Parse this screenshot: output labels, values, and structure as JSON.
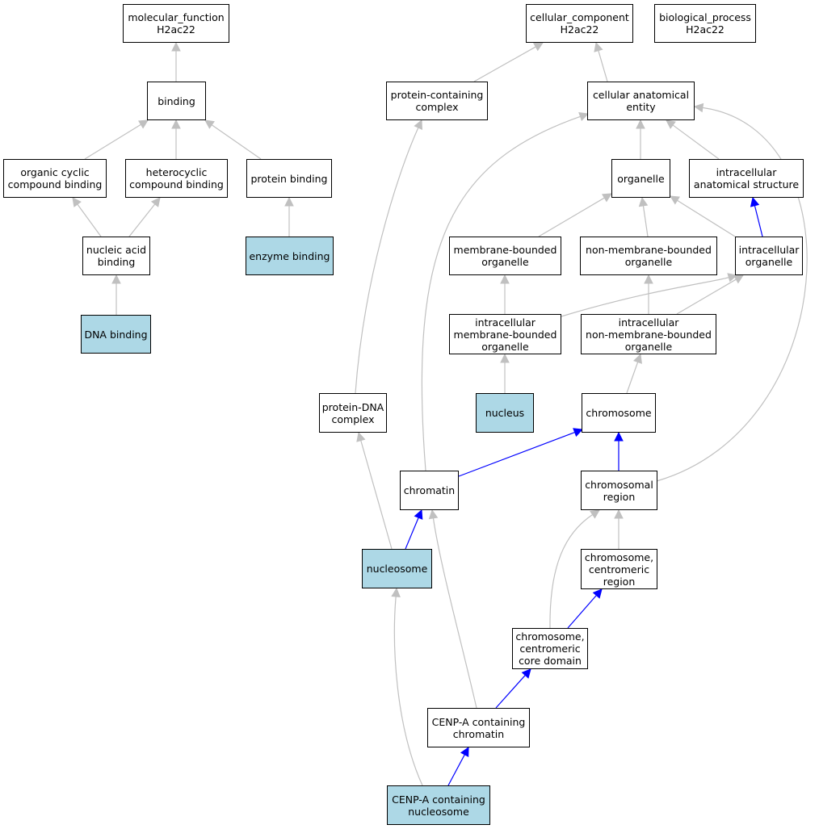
{
  "colors": {
    "edge_default": "#c0c0c0",
    "edge_highlight": "#0000ff",
    "node_highlight": "#add8e6",
    "node_default": "#ffffff"
  },
  "nodes": {
    "molecular_function": {
      "line1": "molecular_function",
      "line2": "H2ac22",
      "highlighted": false
    },
    "binding": {
      "line1": "binding",
      "highlighted": false
    },
    "organic_cyclic": {
      "line1": "organic cyclic",
      "line2": "compound binding",
      "highlighted": false
    },
    "heterocyclic": {
      "line1": "heterocyclic",
      "line2": "compound binding",
      "highlighted": false
    },
    "protein_binding": {
      "line1": "protein binding",
      "highlighted": false
    },
    "nucleic_acid": {
      "line1": "nucleic acid",
      "line2": "binding",
      "highlighted": false
    },
    "enzyme_binding": {
      "line1": "enzyme binding",
      "highlighted": true
    },
    "dna_binding": {
      "line1": "DNA binding",
      "highlighted": true
    },
    "cellular_component": {
      "line1": "cellular_component",
      "line2": "H2ac22",
      "highlighted": false
    },
    "biological_process": {
      "line1": "biological_process",
      "line2": "H2ac22",
      "highlighted": false
    },
    "protein_containing_complex": {
      "line1": "protein-containing",
      "line2": "complex",
      "highlighted": false
    },
    "cellular_anatomical_entity": {
      "line1": "cellular anatomical",
      "line2": "entity",
      "highlighted": false
    },
    "organelle": {
      "line1": "organelle",
      "highlighted": false
    },
    "intracellular_anatomical_structure": {
      "line1": "intracellular",
      "line2": "anatomical structure",
      "highlighted": false
    },
    "membrane_bounded_organelle": {
      "line1": "membrane-bounded",
      "line2": "organelle",
      "highlighted": false
    },
    "non_membrane_bounded_organelle": {
      "line1": "non-membrane-bounded",
      "line2": "organelle",
      "highlighted": false
    },
    "intracellular_organelle": {
      "line1": "intracellular",
      "line2": "organelle",
      "highlighted": false
    },
    "intracellular_membrane_bounded_organelle": {
      "line1": "intracellular",
      "line2": "membrane-bounded",
      "line3": "organelle",
      "highlighted": false
    },
    "intracellular_non_membrane_bounded_organelle": {
      "line1": "intracellular",
      "line2": "non-membrane-bounded",
      "line3": "organelle",
      "highlighted": false
    },
    "nucleus": {
      "line1": "nucleus",
      "highlighted": true
    },
    "protein_dna_complex": {
      "line1": "protein-DNA",
      "line2": "complex",
      "highlighted": false
    },
    "chromosome": {
      "line1": "chromosome",
      "highlighted": false
    },
    "chromatin": {
      "line1": "chromatin",
      "highlighted": false
    },
    "chromosomal_region": {
      "line1": "chromosomal",
      "line2": "region",
      "highlighted": false
    },
    "nucleosome": {
      "line1": "nucleosome",
      "highlighted": true
    },
    "chromosome_centromeric_region": {
      "line1": "chromosome,",
      "line2": "centromeric",
      "line3": "region",
      "highlighted": false
    },
    "chromosome_centromeric_core_domain": {
      "line1": "chromosome,",
      "line2": "centromeric",
      "line3": "core domain",
      "highlighted": false
    },
    "cenp_a_chromatin": {
      "line1": "CENP-A containing",
      "line2": "chromatin",
      "highlighted": false
    },
    "cenp_a_nucleosome": {
      "line1": "CENP-A containing",
      "line2": "nucleosome",
      "highlighted": true
    }
  },
  "edges": [
    {
      "from": "binding",
      "to": "molecular_function",
      "kind": "is_a"
    },
    {
      "from": "organic_cyclic",
      "to": "binding",
      "kind": "is_a"
    },
    {
      "from": "heterocyclic",
      "to": "binding",
      "kind": "is_a"
    },
    {
      "from": "protein_binding",
      "to": "binding",
      "kind": "is_a"
    },
    {
      "from": "nucleic_acid",
      "to": "organic_cyclic",
      "kind": "is_a"
    },
    {
      "from": "nucleic_acid",
      "to": "heterocyclic",
      "kind": "is_a"
    },
    {
      "from": "enzyme_binding",
      "to": "protein_binding",
      "kind": "is_a"
    },
    {
      "from": "dna_binding",
      "to": "nucleic_acid",
      "kind": "is_a"
    },
    {
      "from": "protein_containing_complex",
      "to": "cellular_component",
      "kind": "is_a"
    },
    {
      "from": "cellular_anatomical_entity",
      "to": "cellular_component",
      "kind": "is_a"
    },
    {
      "from": "organelle",
      "to": "cellular_anatomical_entity",
      "kind": "is_a"
    },
    {
      "from": "intracellular_anatomical_structure",
      "to": "cellular_anatomical_entity",
      "kind": "is_a"
    },
    {
      "from": "chromatin",
      "to": "cellular_anatomical_entity",
      "kind": "is_a"
    },
    {
      "from": "chromosomal_region",
      "to": "cellular_anatomical_entity",
      "kind": "is_a"
    },
    {
      "from": "membrane_bounded_organelle",
      "to": "organelle",
      "kind": "is_a"
    },
    {
      "from": "non_membrane_bounded_organelle",
      "to": "organelle",
      "kind": "is_a"
    },
    {
      "from": "intracellular_organelle",
      "to": "organelle",
      "kind": "is_a"
    },
    {
      "from": "intracellular_organelle",
      "to": "intracellular_anatomical_structure",
      "kind": "part_of"
    },
    {
      "from": "intracellular_membrane_bounded_organelle",
      "to": "membrane_bounded_organelle",
      "kind": "is_a"
    },
    {
      "from": "intracellular_membrane_bounded_organelle",
      "to": "intracellular_organelle",
      "kind": "is_a"
    },
    {
      "from": "intracellular_non_membrane_bounded_organelle",
      "to": "non_membrane_bounded_organelle",
      "kind": "is_a"
    },
    {
      "from": "intracellular_non_membrane_bounded_organelle",
      "to": "intracellular_organelle",
      "kind": "is_a"
    },
    {
      "from": "nucleus",
      "to": "intracellular_membrane_bounded_organelle",
      "kind": "is_a"
    },
    {
      "from": "chromosome",
      "to": "intracellular_non_membrane_bounded_organelle",
      "kind": "is_a"
    },
    {
      "from": "protein_dna_complex",
      "to": "protein_containing_complex",
      "kind": "is_a"
    },
    {
      "from": "chromatin",
      "to": "chromosome",
      "kind": "part_of"
    },
    {
      "from": "chromosomal_region",
      "to": "chromosome",
      "kind": "part_of"
    },
    {
      "from": "nucleosome",
      "to": "protein_dna_complex",
      "kind": "is_a"
    },
    {
      "from": "nucleosome",
      "to": "chromatin",
      "kind": "part_of"
    },
    {
      "from": "chromosome_centromeric_region",
      "to": "chromosomal_region",
      "kind": "is_a"
    },
    {
      "from": "chromosome_centromeric_core_domain",
      "to": "chromosomal_region",
      "kind": "is_a"
    },
    {
      "from": "chromosome_centromeric_core_domain",
      "to": "chromosome_centromeric_region",
      "kind": "part_of"
    },
    {
      "from": "cenp_a_chromatin",
      "to": "chromatin",
      "kind": "is_a"
    },
    {
      "from": "cenp_a_chromatin",
      "to": "chromosome_centromeric_core_domain",
      "kind": "part_of"
    },
    {
      "from": "cenp_a_nucleosome",
      "to": "nucleosome",
      "kind": "is_a"
    },
    {
      "from": "cenp_a_nucleosome",
      "to": "cenp_a_chromatin",
      "kind": "part_of"
    }
  ]
}
